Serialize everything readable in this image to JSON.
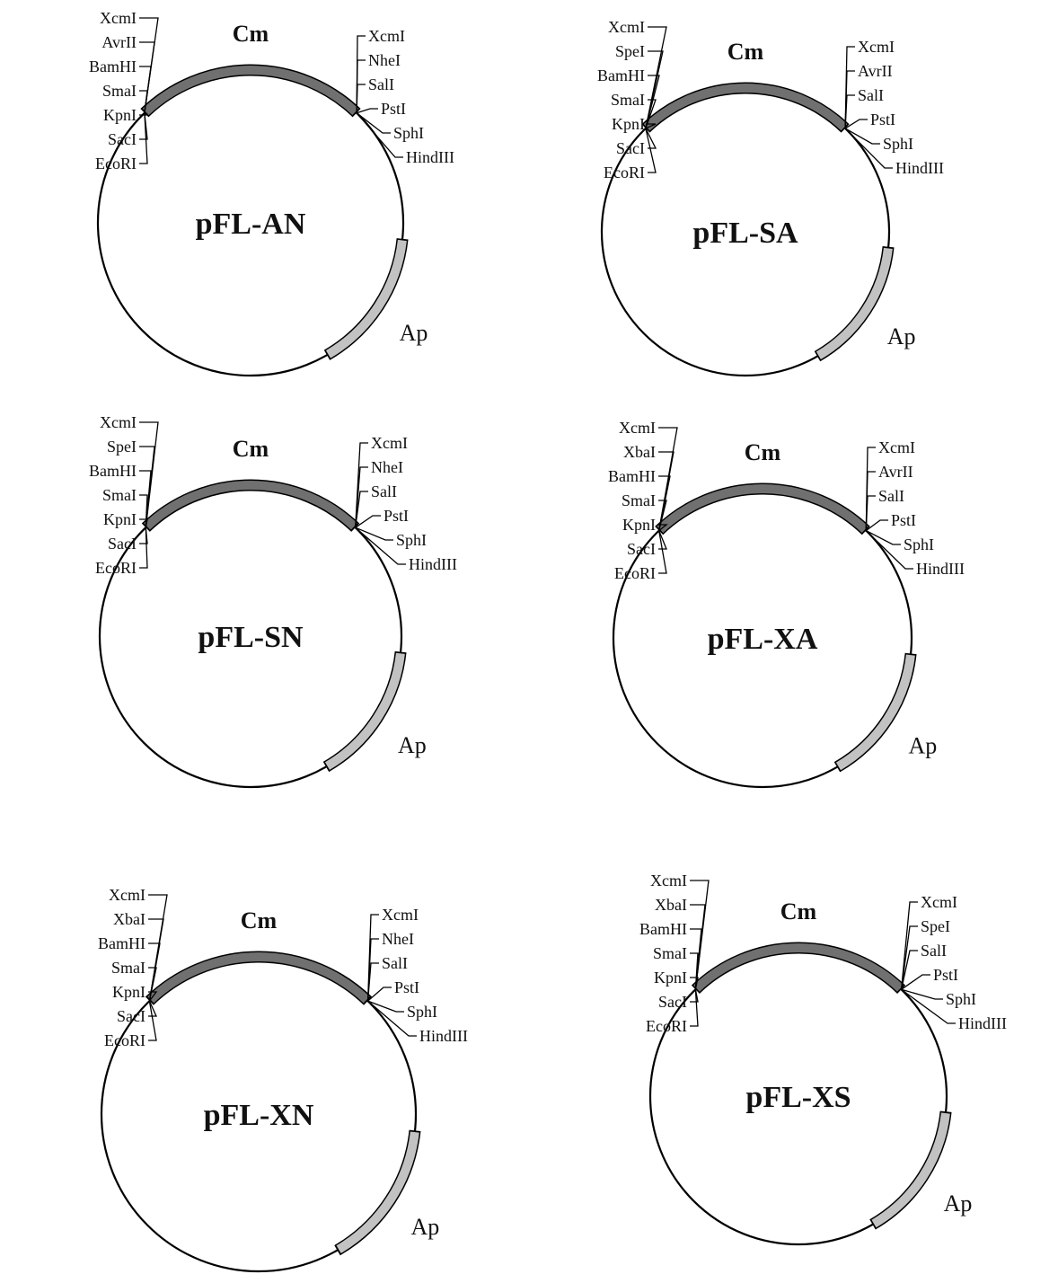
{
  "colors": {
    "cm_marker": "#707070",
    "ap_marker": "#c2c2c2",
    "backbone": "#000000"
  },
  "plasmids": [
    {
      "name": "pFL-AN",
      "marker_top": "Cm",
      "marker_bottom": "Ap",
      "left_sites": [
        "XcmI",
        "AvrII",
        "BamHI",
        "SmaI",
        "KpnI",
        "SacI",
        "EcoRI"
      ],
      "right_sites": [
        "XcmI",
        "NheI",
        "SalI",
        "PstI",
        "SphI",
        "HindIII"
      ]
    },
    {
      "name": "pFL-SA",
      "marker_top": "Cm",
      "marker_bottom": "Ap",
      "left_sites": [
        "XcmI",
        "SpeI",
        "BamHI",
        "SmaI",
        "KpnI",
        "SacI",
        "EcoRI"
      ],
      "right_sites": [
        "XcmI",
        "AvrII",
        "SalI",
        "PstI",
        "SphI",
        "HindIII"
      ]
    },
    {
      "name": "pFL-SN",
      "marker_top": "Cm",
      "marker_bottom": "Ap",
      "left_sites": [
        "XcmI",
        "SpeI",
        "BamHI",
        "SmaI",
        "KpnI",
        "SacI",
        "EcoRI"
      ],
      "right_sites": [
        "XcmI",
        "NheI",
        "SalI",
        "PstI",
        "SphI",
        "HindIII"
      ]
    },
    {
      "name": "pFL-XA",
      "marker_top": "Cm",
      "marker_bottom": "Ap",
      "left_sites": [
        "XcmI",
        "XbaI",
        "BamHI",
        "SmaI",
        "KpnI",
        "SacI",
        "EcoRI"
      ],
      "right_sites": [
        "XcmI",
        "AvrII",
        "SalI",
        "PstI",
        "SphI",
        "HindIII"
      ]
    },
    {
      "name": "pFL-XN",
      "marker_top": "Cm",
      "marker_bottom": "Ap",
      "left_sites": [
        "XcmI",
        "XbaI",
        "BamHI",
        "SmaI",
        "KpnI",
        "SacI",
        "EcoRI"
      ],
      "right_sites": [
        "XcmI",
        "NheI",
        "SalI",
        "PstI",
        "SphI",
        "HindIII"
      ]
    },
    {
      "name": "pFL-XS",
      "marker_top": "Cm",
      "marker_bottom": "Ap",
      "left_sites": [
        "XcmI",
        "XbaI",
        "BamHI",
        "SmaI",
        "KpnI",
        "SacI",
        "EcoRI"
      ],
      "right_sites": [
        "XcmI",
        "SpeI",
        "SalI",
        "PstI",
        "SphI",
        "HindIII"
      ]
    }
  ]
}
